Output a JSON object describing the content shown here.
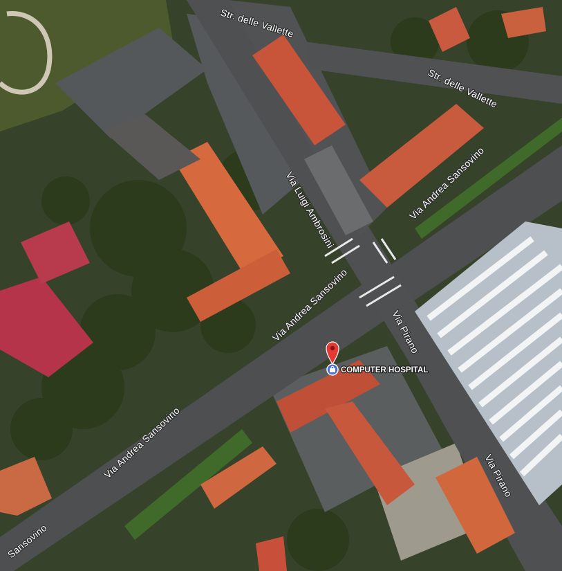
{
  "map": {
    "type": "satellite",
    "streets": [
      {
        "id": "str-delle-vallette-top",
        "name": "Str. delle Vallette"
      },
      {
        "id": "str-delle-vallette-right",
        "name": "Str. delle Vallette"
      },
      {
        "id": "via-andrea-sansovino-ne",
        "name": "Via Andrea Sansovino"
      },
      {
        "id": "via-luigi-ambrosini",
        "name": "Via Luigi Ambrosini"
      },
      {
        "id": "via-andrea-sansovino-center",
        "name": "Via Andrea Sansovino"
      },
      {
        "id": "via-pirano-north",
        "name": "Via Pirano"
      },
      {
        "id": "via-andrea-sansovino-sw",
        "name": "Via Andrea Sansovino"
      },
      {
        "id": "sansovino-corner",
        "name": "Sansovino"
      },
      {
        "id": "via-pirano-south",
        "name": "Via Pirano"
      }
    ],
    "places": [
      {
        "id": "computer-hospital",
        "name": "COMPUTER HOSPITAL",
        "icon": "shopping-bag-icon",
        "marker": "map-pin-icon",
        "marker_color": "#e53935"
      }
    ]
  }
}
